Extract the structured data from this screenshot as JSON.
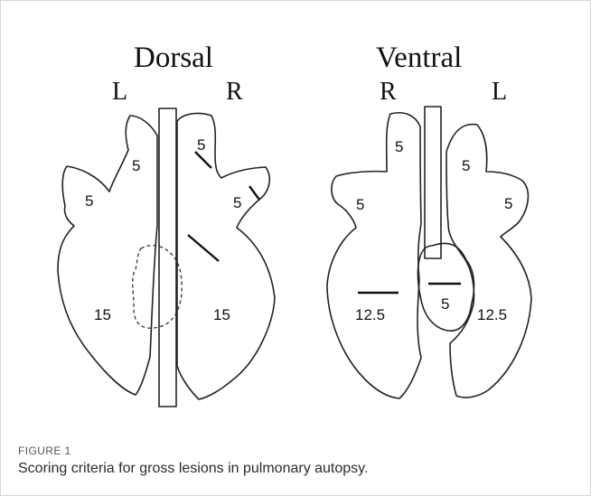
{
  "dorsal": {
    "title": "Dorsal",
    "left_label": "L",
    "right_label": "R",
    "scores": {
      "left_upper_small": "5",
      "left_upper": "5",
      "left_lower": "15",
      "right_upper_top": "5",
      "right_upper": "5",
      "right_lower": "15"
    }
  },
  "ventral": {
    "title": "Ventral",
    "left_label": "R",
    "right_label": "L",
    "scores": {
      "right_upper_top": "5",
      "right_upper": "5",
      "right_lower": "12.5",
      "accessory": "5",
      "left_upper_top": "5",
      "left_upper": "5",
      "left_lower": "12.5"
    }
  },
  "caption": {
    "label": "FIGURE 1",
    "text": "Scoring criteria for gross lesions in pulmonary autopsy."
  }
}
